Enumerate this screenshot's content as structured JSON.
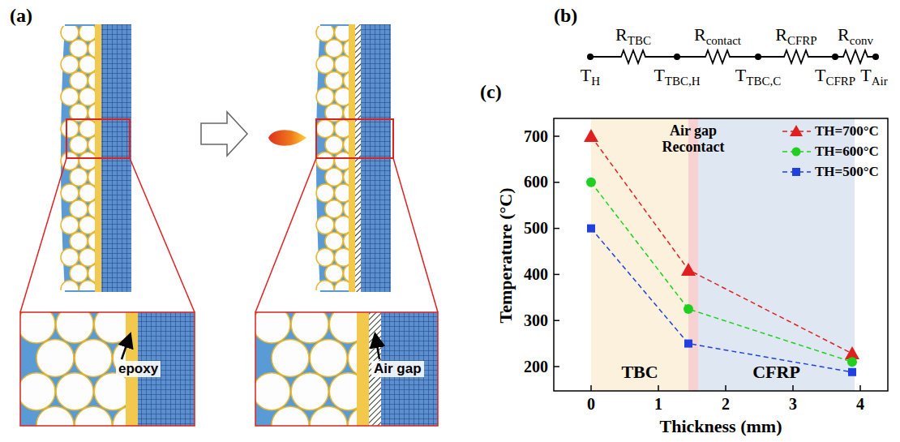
{
  "diagram": {
    "nodes": [
      {
        "text": [
          "TBC"
        ]
      },
      {
        "text": [
          "CFRP"
        ]
      }
    ],
    "labels": [
      "(a)",
      "epoxy",
      "Air gap",
      "(b)",
      "R",
      "TBC",
      "R",
      "contact",
      "R",
      "CFRP",
      "R",
      "conv",
      "T",
      "H",
      "T",
      "TBC,H",
      "T",
      "TBC,C",
      "T",
      "CFRP",
      "T",
      "Air",
      "(c)",
      "Air gap Recontact",
      "200",
      "300",
      "400",
      "500",
      "600",
      "700",
      "0",
      "1",
      "2",
      "3",
      "4",
      "Temperature (°C)",
      "Thickness (mm)"
    ],
    "legend": [
      {
        "text": "TH=700°C"
      },
      {
        "text": "TH=600°C"
      },
      {
        "text": "TH=500°C"
      }
    ]
  }
}
